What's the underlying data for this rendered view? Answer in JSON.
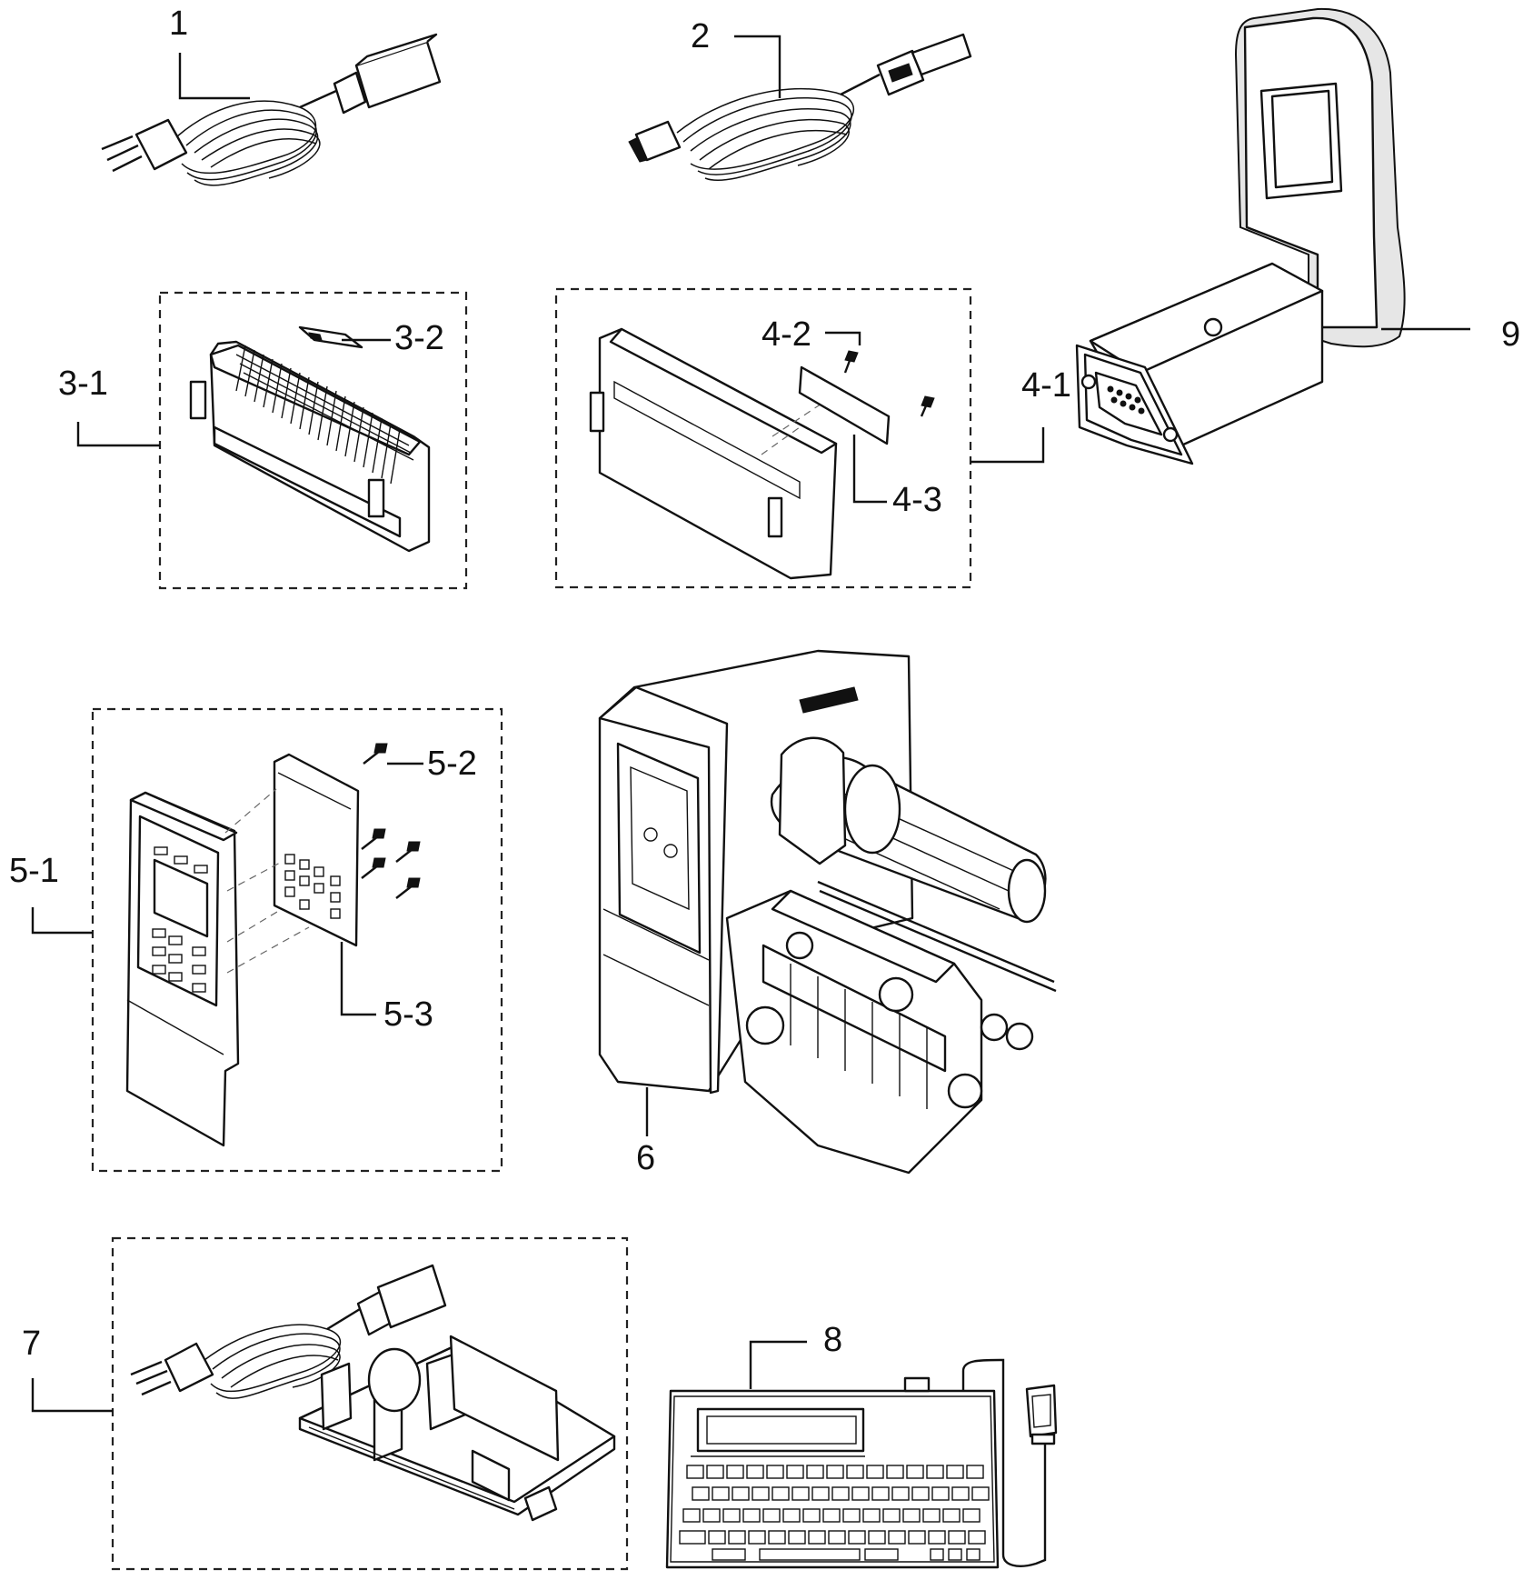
{
  "labels": {
    "power_cord": "1",
    "usb_cable": "2",
    "peeler_assembly": "3-1",
    "peeler_part": "3-2",
    "cutter_assembly": "4-1",
    "cutter_screw": "4-2",
    "cutter_plate": "4-3",
    "panel_assembly": "5-1",
    "panel_screw": "5-2",
    "panel_board": "5-3",
    "print_mechanism": "6",
    "power_supply_kit": "7",
    "keyboard": "8",
    "rs232_adapter": "9"
  }
}
